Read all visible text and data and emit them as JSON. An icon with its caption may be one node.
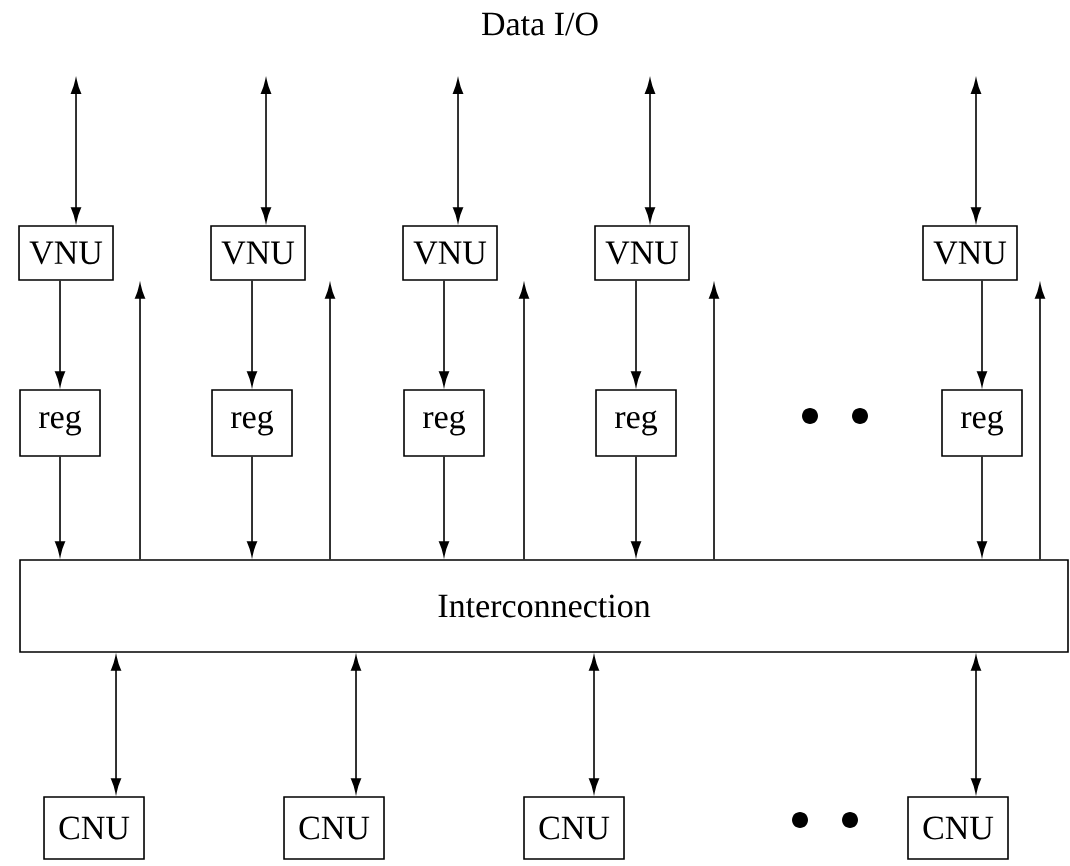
{
  "diagram": {
    "title": "Data I/O",
    "nodes": [
      {
        "text": [
          "VNU"
        ]
      },
      {
        "text": [
          "VNU"
        ]
      },
      {
        "text": [
          "VNU"
        ]
      },
      {
        "text": [
          "VNU"
        ]
      },
      {
        "text": [
          "VNU"
        ]
      },
      {
        "text": [
          "reg"
        ]
      },
      {
        "text": [
          "reg"
        ]
      },
      {
        "text": [
          "reg"
        ]
      },
      {
        "text": [
          "reg"
        ]
      },
      {
        "text": [
          "reg"
        ]
      },
      {
        "text": [
          "Interconnection"
        ]
      },
      {
        "text": [
          "CNU"
        ]
      },
      {
        "text": [
          "CNU"
        ]
      },
      {
        "text": [
          "CNU"
        ]
      },
      {
        "text": [
          "CNU"
        ]
      }
    ],
    "edges": [
      {
        "from": null,
        "to": 0,
        "arrow": "both"
      },
      {
        "from": null,
        "to": 1,
        "arrow": "both"
      },
      {
        "from": null,
        "to": 2,
        "arrow": "both"
      },
      {
        "from": null,
        "to": 3,
        "arrow": "both"
      },
      {
        "from": null,
        "to": 4,
        "arrow": "both"
      },
      {
        "from": 0,
        "to": 5,
        "arrow": "to"
      },
      {
        "from": 1,
        "to": 6,
        "arrow": "to"
      },
      {
        "from": 2,
        "to": 7,
        "arrow": "to"
      },
      {
        "from": 3,
        "to": 8,
        "arrow": "to"
      },
      {
        "from": 4,
        "to": 9,
        "arrow": "to"
      },
      {
        "from": 5,
        "to": 10,
        "arrow": "to"
      },
      {
        "from": 6,
        "to": 10,
        "arrow": "to"
      },
      {
        "from": 7,
        "to": 10,
        "arrow": "to"
      },
      {
        "from": 8,
        "to": 10,
        "arrow": "to"
      },
      {
        "from": 9,
        "to": 10,
        "arrow": "to"
      },
      {
        "from": 10,
        "to": 0,
        "arrow": "to"
      },
      {
        "from": 10,
        "to": 1,
        "arrow": "to"
      },
      {
        "from": 10,
        "to": 2,
        "arrow": "to"
      },
      {
        "from": 10,
        "to": 3,
        "arrow": "to"
      },
      {
        "from": 10,
        "to": 4,
        "arrow": "to"
      },
      {
        "from": 10,
        "to": 11,
        "arrow": "both"
      },
      {
        "from": 10,
        "to": 12,
        "arrow": "both"
      },
      {
        "from": 10,
        "to": 13,
        "arrow": "both"
      },
      {
        "from": 10,
        "to": 14,
        "arrow": "both"
      }
    ]
  }
}
